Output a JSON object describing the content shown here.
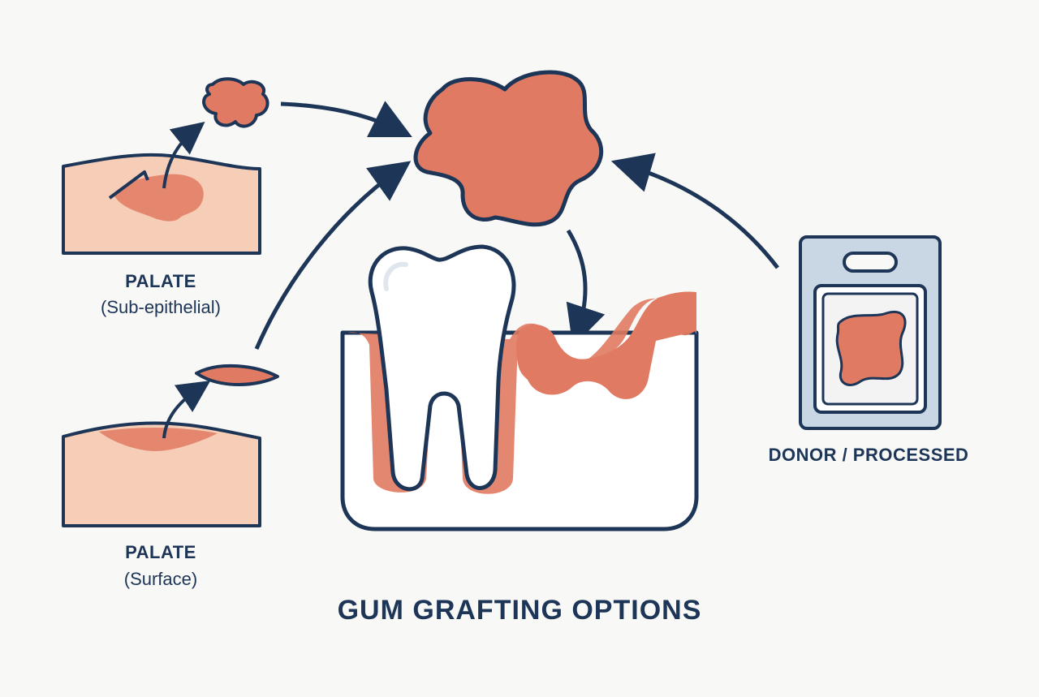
{
  "title": "GUM GRAFTING OPTIONS",
  "sources": {
    "sub_epithelial": {
      "title": "PALATE",
      "subtitle": "(Sub-epithelial)"
    },
    "surface": {
      "title": "PALATE",
      "subtitle": "(Surface)"
    },
    "donor": {
      "title": "DONOR / PROCESSED"
    }
  },
  "colors": {
    "outline": "#1d3557",
    "graft_tissue": "#e07a62",
    "palate_skin": "#f6cdb6",
    "tooth": "#ffffff",
    "gum": "#e07a62",
    "package": "#c9d6e3",
    "background": "#f8f8f6"
  }
}
